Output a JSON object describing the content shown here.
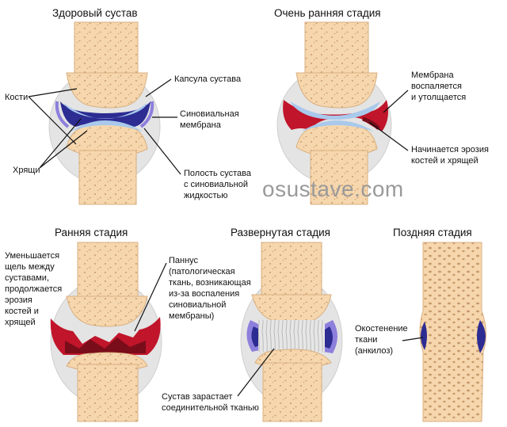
{
  "watermark": "osustave.com",
  "colors": {
    "bone": "#f6d6ad",
    "bone_outline": "#d9b081",
    "pore": "#c79a6c",
    "capsule": "#e4e4e4",
    "cartilage": "#a9c9ec",
    "synovial": "#2c2c93",
    "synovial_light": "#8d7fdc",
    "inflamed": "#c0152a",
    "inflamed_dark": "#7a0d1a",
    "fibrous": "#dcdcdc"
  },
  "panels": {
    "healthy": {
      "title": "Здоровый сустав",
      "labels": {
        "bones": "Кости",
        "cartilage": "Хрящи",
        "capsule": "Капсула сустава",
        "membrane": [
          "Синовиальная",
          "мембрана"
        ],
        "cavity": [
          "Полость сустава",
          "с синовиальной",
          "жидкостью"
        ]
      }
    },
    "very_early": {
      "title": "Очень ранняя стадия",
      "labels": {
        "membrane": [
          "Мембрана",
          "воспаляется",
          "и утолщается"
        ],
        "erosion": [
          "Начинается эрозия",
          "костей и хрящей"
        ]
      }
    },
    "early": {
      "title": "Ранняя стадия",
      "labels": {
        "gap": [
          "Уменьшается",
          "щель между",
          "суставами,",
          "продолжается",
          "эрозия",
          "костей и",
          "хрящей"
        ],
        "pannus": [
          "Паннус",
          "(патологическая",
          "ткань, возникающая",
          "из-за воспаления",
          "синовиальной",
          "мембраны)"
        ]
      }
    },
    "advanced": {
      "title": "Развернутая стадия",
      "labels": {
        "fibrous": [
          "Сустав зарастает",
          "соединительной тканью"
        ]
      }
    },
    "late": {
      "title": "Поздняя стадия",
      "labels": {
        "ankylosis": [
          "Окостенение",
          "ткани",
          "(анкилоз)"
        ]
      }
    }
  }
}
